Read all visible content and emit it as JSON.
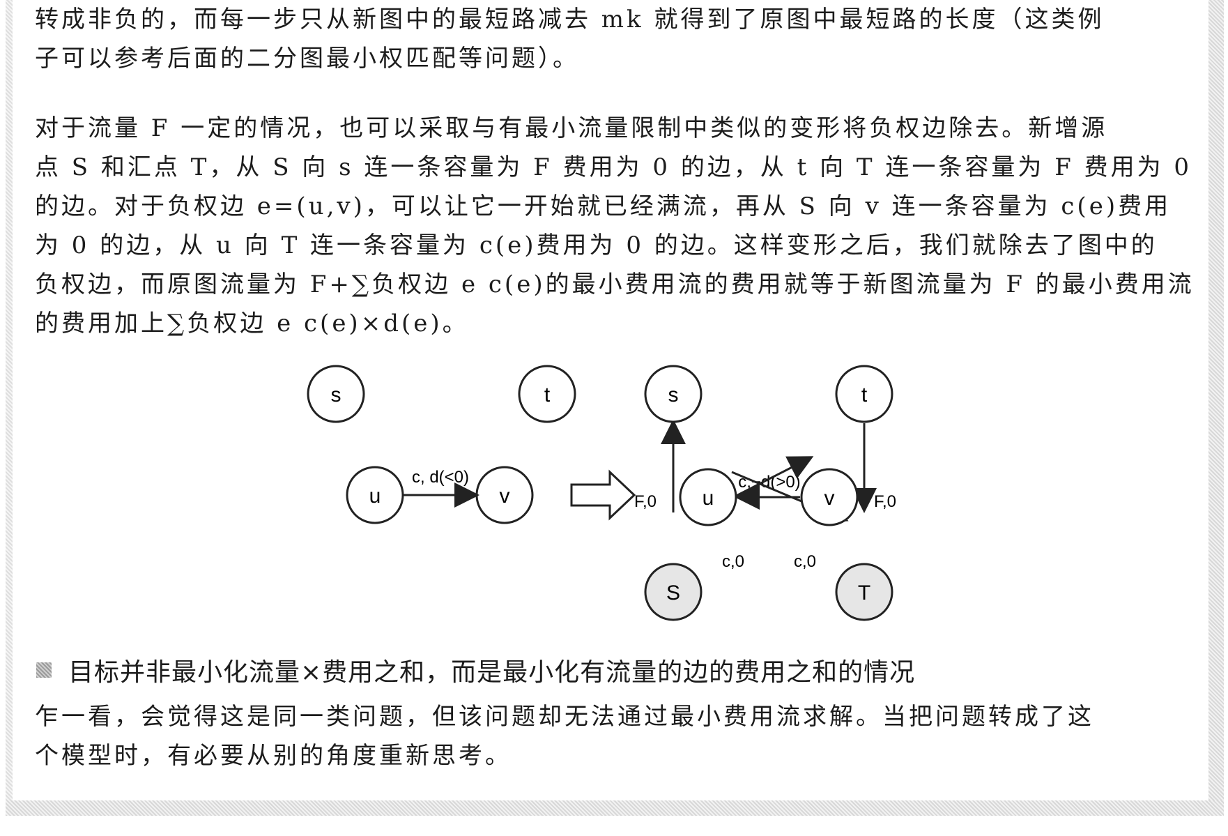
{
  "paragraphs": [
    {
      "lines": [
        "转成非负的，而每一步只从新图中的最短路减去 mk 就得到了原图中最短路的长度（这类例",
        "子可以参考后面的二分图最小权匹配等问题）。"
      ]
    },
    {
      "lines": [
        "对于流量 F 一定的情况，也可以采取与有最小流量限制中类似的变形将负权边除去。新增源",
        "点 S 和汇点 T，从 S 向 s 连一条容量为 F 费用为 0 的边，从 t 向 T 连一条容量为 F 费用为 0",
        "的边。对于负权边 e=(u,v)，可以让它一开始就已经满流，再从 S 向 v 连一条容量为 c(e)费用",
        "为 0 的边，从 u 向 T 连一条容量为 c(e)费用为 0 的边。这样变形之后，我们就除去了图中的",
        "负权边，而原图流量为 F+∑负权边 e c(e)的最小费用流的费用就等于新图流量为 F 的最小费用流",
        "的费用加上∑负权边 e c(e)×d(e)。"
      ]
    }
  ],
  "diagram": {
    "left": {
      "nodes": [
        "s",
        "t",
        "u",
        "v"
      ],
      "edge_label": "c, d(<0)"
    },
    "right": {
      "nodes": [
        "s",
        "t",
        "u",
        "v",
        "S",
        "T"
      ],
      "edge_labels": {
        "S_to_s": "F,0",
        "t_to_T": "F,0",
        "v_to_u": "c,−d(>0)",
        "S_to_v": "c,0",
        "u_to_T": "c,0"
      }
    }
  },
  "section_heading": "目标并非最小化流量×费用之和，而是最小化有流量的边的费用之和的情况",
  "closing_paragraph": {
    "lines": [
      "乍一看，会觉得这是同一类问题，但该问题却无法通过最小费用流求解。当把问题转成了这",
      "个模型时，有必要从别的角度重新思考。"
    ]
  }
}
